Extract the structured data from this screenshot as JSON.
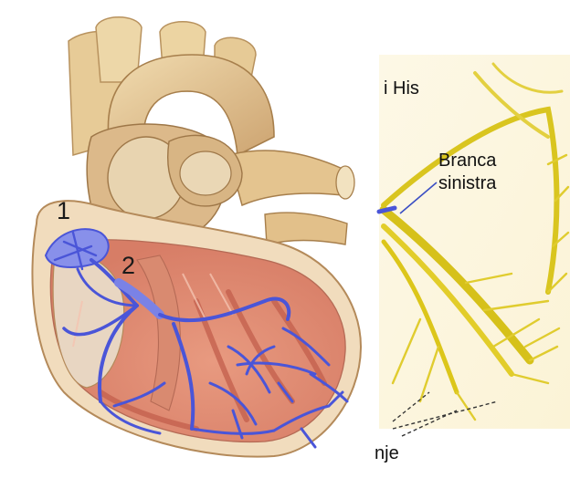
{
  "labels": {
    "marker_1": "1",
    "marker_2": "2",
    "his_bundle": "i His",
    "left_bundle_branch_line1": "Branca",
    "left_bundle_branch_line2": "sinistra",
    "purkinje_fragment": "nje"
  },
  "colors": {
    "conduction_system": "#4a55d8",
    "myocardium": "#e49a82",
    "fat_epicardium": "#e8cf9f",
    "nerve_yellow": "#dcc61a",
    "background": "#ffffff"
  },
  "icons": {
    "leader_line": "thin-line",
    "dashed_leader": "dashed-line"
  }
}
